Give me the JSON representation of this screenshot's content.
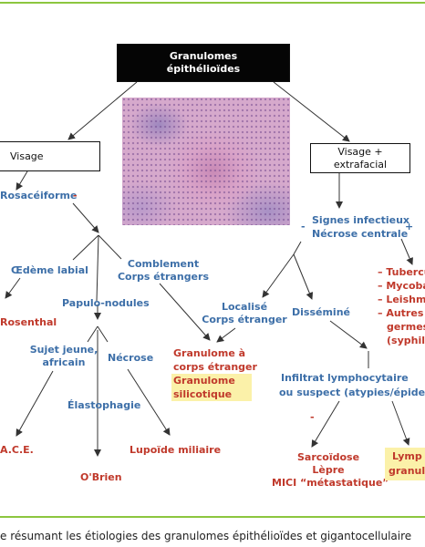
{
  "diagram": {
    "root": {
      "line1": "Granulomes",
      "line2": "épithélioïdes"
    },
    "visage_box": "Visage",
    "extrafacial_box": {
      "line1": "Visage +",
      "line2": "extrafacial"
    },
    "left": {
      "rosaceiforme": "Rosacéiforme",
      "minus_rosaceiforme": "-",
      "oedeme": "Œdème labial",
      "rosenthal": "Rosenthal",
      "papulo": "Papulo-nodules",
      "comblement": {
        "line1": "Comblement",
        "line2": "Corps étrangers"
      },
      "sujet": {
        "line1": "Sujet jeune,",
        "line2": "africain"
      },
      "necrose": "Nécrose",
      "elastophagie": "Élastophagie",
      "ace": "A.C.E.",
      "obrien": "O'Brien",
      "lupoide": "Lupoïde miliaire"
    },
    "right": {
      "signes": {
        "line1": "Signes infectieux",
        "line2": "Nécrose centrale"
      },
      "minus_signes": "-",
      "plus_signes": "+",
      "infectious": [
        "– Tubercu",
        "– Mycoba",
        "– Leishma",
        "– Autres i",
        "germes",
        "(syphilis"
      ],
      "localise": {
        "line1": "Localisé",
        "line2": "Corps étranger"
      },
      "dissemine": "Disséminé",
      "granulome_ce": {
        "line1": "Granulome à",
        "line2": "corps étranger"
      },
      "granulome_sil": {
        "line1": "Granulome",
        "line2": "silicotique"
      },
      "infiltrat": {
        "line1": "Infiltrat lymphocytaire",
        "line2": "ou suspect (atypies/épiderm"
      },
      "minus_infiltrat": "-",
      "sarcoidose": {
        "line1": "Sarcoïdose",
        "line2": "Lèpre",
        "line3": "MICI “métastatique”"
      },
      "lymph": {
        "line1": "Lymp",
        "line2": "granulo"
      }
    }
  },
  "caption": "e résumant les étiologies des granulomes épithélioïdes et gigantocellulaire",
  "colors": {
    "blue": "#3d6fa8",
    "red": "#c0392b",
    "highlight": "#fbf1a9",
    "green_rule": "#8cc63f"
  }
}
